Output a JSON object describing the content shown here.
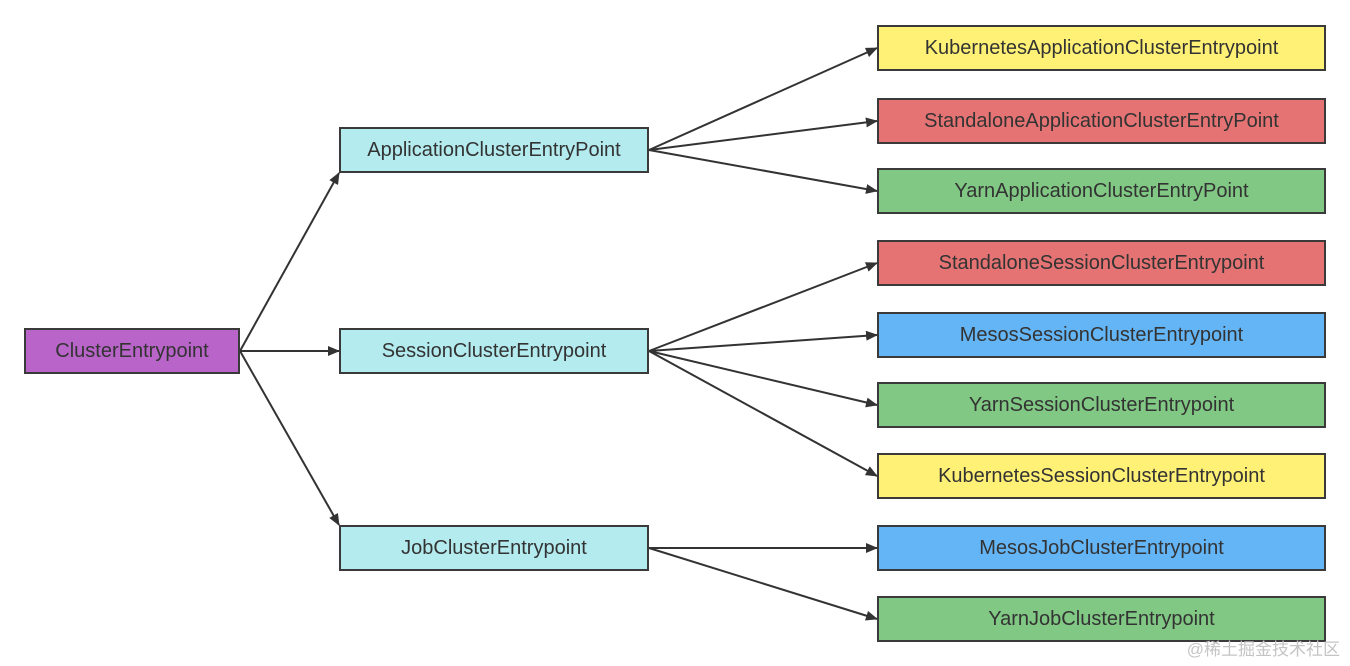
{
  "diagram": {
    "root": {
      "label": "ClusterEntrypoint",
      "color": "#b964c9"
    },
    "mid": {
      "application": {
        "label": "ApplicationClusterEntryPoint",
        "color": "#b3ebef"
      },
      "session": {
        "label": "SessionClusterEntrypoint",
        "color": "#b3ebef"
      },
      "job": {
        "label": "JobClusterEntrypoint",
        "color": "#b3ebef"
      }
    },
    "leaves": [
      {
        "label": "KubernetesApplicationClusterEntrypoint",
        "color": "#fff176",
        "parent": "application"
      },
      {
        "label": "StandaloneApplicationClusterEntryPoint",
        "color": "#e57373",
        "parent": "application"
      },
      {
        "label": "YarnApplicationClusterEntryPoint",
        "color": "#80c883",
        "parent": "application"
      },
      {
        "label": "StandaloneSessionClusterEntrypoint",
        "color": "#e57373",
        "parent": "session"
      },
      {
        "label": "MesosSessionClusterEntrypoint",
        "color": "#64b5f6",
        "parent": "session"
      },
      {
        "label": "YarnSessionClusterEntrypoint",
        "color": "#80c883",
        "parent": "session"
      },
      {
        "label": "KubernetesSessionClusterEntrypoint",
        "color": "#fff176",
        "parent": "session"
      },
      {
        "label": "MesosJobClusterEntrypoint",
        "color": "#64b5f6",
        "parent": "job"
      },
      {
        "label": "YarnJobClusterEntrypoint",
        "color": "#80c883",
        "parent": "job"
      }
    ]
  },
  "watermark": "@稀土掘金技术社区"
}
